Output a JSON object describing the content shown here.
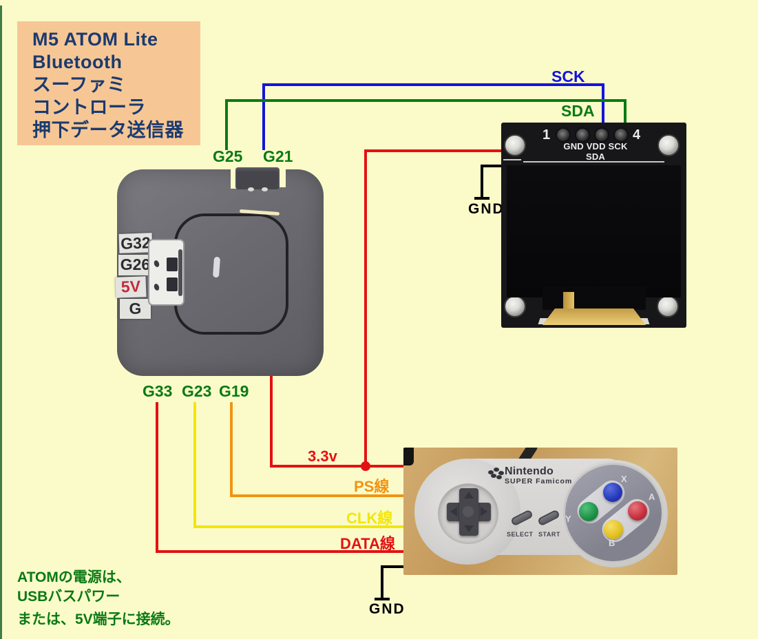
{
  "page": {
    "background": "#fbfbca",
    "edge_color": "#3f7d44"
  },
  "title_box": {
    "bg": "#f6c795",
    "text_color": "#1b3a70",
    "lines": [
      "M5 ATOM Lite",
      "Bluetooth",
      "スーファミ",
      "コントローラ",
      "押下データ送信器"
    ]
  },
  "atom": {
    "top_pins": [
      "G25",
      "G21"
    ],
    "bottom_pins": [
      "G33",
      "G23",
      "G19"
    ],
    "side_labels": [
      "G32",
      "G26",
      "5V",
      "G"
    ],
    "side_label_5v_color": "#c22a3a"
  },
  "oled": {
    "pin_number_left": "1",
    "pin_number_right": "4",
    "pin_names": "GND VDD SCK SDA"
  },
  "controller": {
    "brand": "Nintendo",
    "model": "SUPER Famicom",
    "select_label": "SELECT",
    "start_label": "START",
    "btn_x": "X",
    "btn_a": "A",
    "btn_y": "Y",
    "btn_b": "B",
    "btn_colors": {
      "x": "#2438b8",
      "a": "#c52f3c",
      "y": "#1d8f46",
      "b": "#e3bf1d"
    }
  },
  "wires": {
    "sck": {
      "label": "SCK",
      "color": "#1414dd"
    },
    "sda": {
      "label": "SDA",
      "color": "#0a7a14"
    },
    "power_33v": {
      "label": "3.3v",
      "color": "#e31212"
    },
    "ps": {
      "label": "PS線",
      "color": "#f09414"
    },
    "clk": {
      "label": "CLK線",
      "color": "#f2e60a"
    },
    "data": {
      "label": "DATA線",
      "color": "#e31212"
    },
    "gnd_oled": {
      "label": "GND",
      "color": "#000000"
    },
    "gnd_controller": {
      "label": "GND",
      "color": "#000000"
    }
  },
  "footnote": {
    "color": "#0a7a14",
    "lines": [
      "ATOMの電源は、",
      "USBバスパワー",
      "または、5V端子に接続。"
    ]
  }
}
